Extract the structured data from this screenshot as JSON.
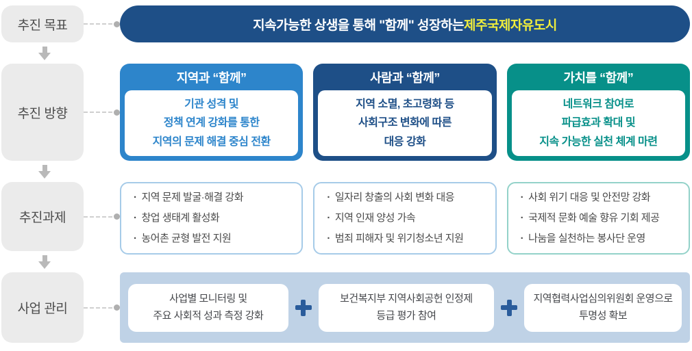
{
  "palette": {
    "navy": "#1E4F87",
    "blue": "#2D85CB",
    "teal": "#079089",
    "yellow": "#F0EE3C",
    "label_bg": "#EBEBEB",
    "band_bg": "#BFD2E6"
  },
  "icons": {
    "bullet": "·",
    "plus": "plus-icon",
    "down_arrow": "down-arrow-icon",
    "connector_dot": "connector-dot"
  },
  "goal": {
    "label": "추진 목표",
    "title_main": "지속가능한 상생을 통해 \"함께\" 성장하는 ",
    "title_highlight": "제주국제자유도시"
  },
  "direction": {
    "label": "추진 방향",
    "cards": [
      {
        "title": "지역과 “함께”",
        "lines": [
          "기관 성격 및",
          "정책 연계 강화를 통한",
          "지역의 문제 해결 중심 전환"
        ]
      },
      {
        "title": "사람과 “함께”",
        "lines": [
          "지역 소멸, 초고령화 등",
          "사회구조 변화에 따른",
          "대응 강화"
        ]
      },
      {
        "title": "가치를 “함께”",
        "lines": [
          "네트워크 참여로",
          "파급효과 확대 및",
          "지속 가능한 실천 체계 마련"
        ]
      }
    ]
  },
  "tasks": {
    "label": "추진과제",
    "boxes": [
      {
        "items": [
          "지역 문제 발굴·해결 강화",
          "창업 생태계 활성화",
          "농어촌 균형 발전 지원"
        ]
      },
      {
        "items": [
          "일자리 창출의 사회 변화 대응",
          "지역 인재 양성 가속",
          "범죄 피해자 및 위기청소년 지원"
        ]
      },
      {
        "items": [
          "사회 위기 대응 및 안전망 강화",
          "국제적 문화 예술 향유 기회 제공",
          "나눔을 실천하는 봉사단 운영"
        ]
      }
    ]
  },
  "management": {
    "label": "사업 관리",
    "boxes": [
      {
        "lines": [
          "사업별 모니터링 및",
          "주요 사회적 성과 측정 강화"
        ]
      },
      {
        "lines": [
          "보건복지부 지역사회공헌 인정제",
          "등급 평가 참여"
        ]
      },
      {
        "lines": [
          "지역협력사업심의위원회 운영으로",
          "투명성 확보"
        ]
      }
    ]
  }
}
